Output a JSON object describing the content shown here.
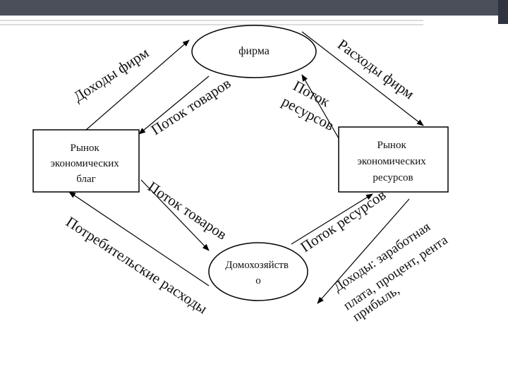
{
  "nodes": {
    "firm": "фирма",
    "goods_market": [
      "Рынок",
      "экономических",
      "благ"
    ],
    "resources_market": [
      "Рынок",
      "экономических",
      "ресурсов"
    ],
    "household": [
      "Домохозяйств",
      "о"
    ]
  },
  "flows": {
    "firm_revenue": "Доходы фирм",
    "goods_flow_top": "Поток товаров",
    "firm_expenses": "Расходы фирм",
    "resources_flow_top": [
      "Поток",
      "ресурсов"
    ],
    "goods_flow_bottom": "Поток товаров",
    "consumer_spending": "Потребительские расходы",
    "resources_flow_bottom": "Поток ресурсов",
    "household_income": [
      "Доходы: заработная",
      "плата, процент, рента",
      "прибыль,"
    ]
  },
  "colors": {
    "line": "#000000",
    "topbar": "#4a4f5a"
  }
}
